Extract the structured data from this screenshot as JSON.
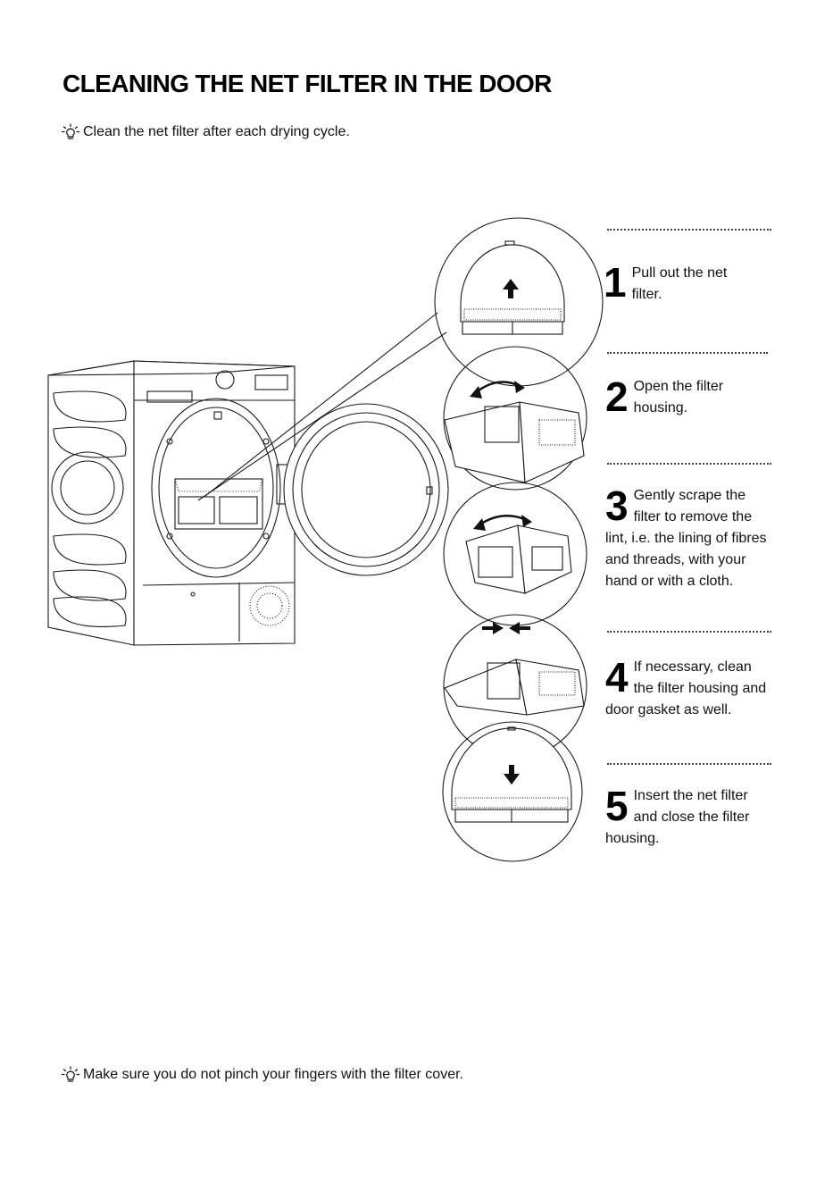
{
  "page": {
    "title": "CLEANING THE NET FILTER IN THE DOOR",
    "tip_top": "Clean the net filter after each drying cycle.",
    "tip_bottom": "Make sure you do not pinch your fingers with the filter cover."
  },
  "icons": {
    "tip": "lightbulb-icon"
  },
  "steps": [
    {
      "number": "1",
      "text": "Pull out the net filter."
    },
    {
      "number": "2",
      "text": "Open the filter housing."
    },
    {
      "number": "3",
      "text": "Gently scrape the filter to remove the lint, i.e. the lining of fibres and threads, with your hand or with a cloth."
    },
    {
      "number": "4",
      "text": "If necessary, clean the filter housing and door gasket as well."
    },
    {
      "number": "5",
      "text": "Insert the net filter and close the filter housing."
    }
  ]
}
